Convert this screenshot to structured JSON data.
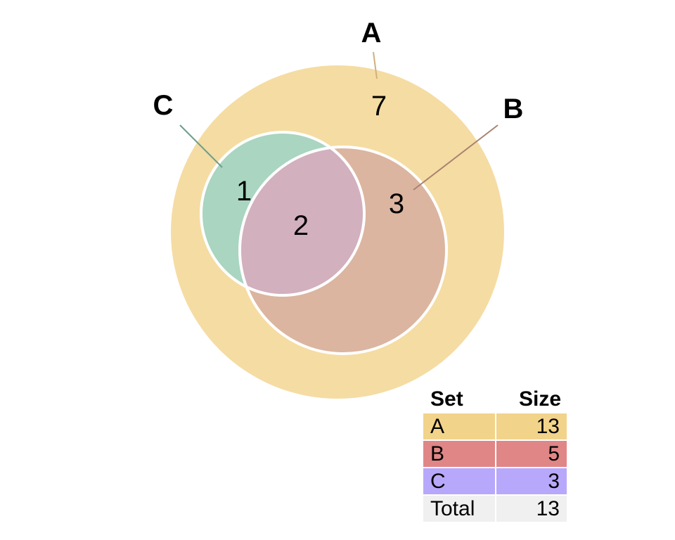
{
  "diagram": {
    "sets": [
      {
        "id": "A",
        "label": "A",
        "color": "#f5dca3",
        "exclusive_count": "7"
      },
      {
        "id": "B",
        "label": "B",
        "color": "#dbb5a0",
        "exclusive_count": "3"
      },
      {
        "id": "C",
        "label": "C",
        "color": "#a9d5c1",
        "exclusive_count": "1"
      }
    ],
    "intersections": [
      {
        "sets": [
          "B",
          "C"
        ],
        "count": "2",
        "color": "#d2b0be"
      }
    ],
    "leader_colors": {
      "A": "#d1b07a",
      "B": "#a98370",
      "C": "#6f9f8b"
    }
  },
  "table": {
    "headers": {
      "set": "Set",
      "size": "Size"
    },
    "rows": [
      {
        "set": "A",
        "size": "13",
        "color": "#f2d38a"
      },
      {
        "set": "B",
        "size": "5",
        "color": "#e08686"
      },
      {
        "set": "C",
        "size": "3",
        "color": "#b8a8fb"
      },
      {
        "set": "Total",
        "size": "13",
        "color": "#f0f0f0"
      }
    ]
  }
}
